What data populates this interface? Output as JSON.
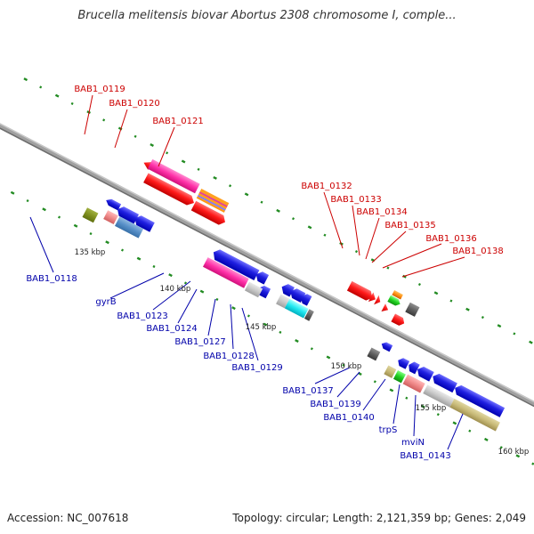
{
  "title": "Brucella melitensis biovar Abortus 2308 chromosome I, comple...",
  "footer": {
    "accession": "Accession: NC_007618",
    "topology": "Topology: circular; Length: 2,121,359 bp; Genes: 2,049"
  },
  "colors": {
    "backbone": "#999999",
    "tick": "#228b22",
    "forward_label": "#cc0000",
    "reverse_label": "#0000aa"
  },
  "kbp_labels": [
    "135 kbp",
    "140 kbp",
    "145 kbp",
    "150 kbp",
    "155 kbp",
    "160 kbp"
  ],
  "forward_gene_labels": [
    "BAB1_0119",
    "BAB1_0120",
    "BAB1_0121",
    "BAB1_0132",
    "BAB1_0133",
    "BAB1_0134",
    "BAB1_0135",
    "BAB1_0136",
    "BAB1_0138"
  ],
  "reverse_gene_labels": [
    "BAB1_0118",
    "gyrB",
    "BAB1_0123",
    "BAB1_0124",
    "BAB1_0127",
    "BAB1_0128",
    "BAB1_0129",
    "BAB1_0137",
    "BAB1_0139",
    "BAB1_0140",
    "trpS",
    "mviN",
    "BAB1_0143"
  ]
}
